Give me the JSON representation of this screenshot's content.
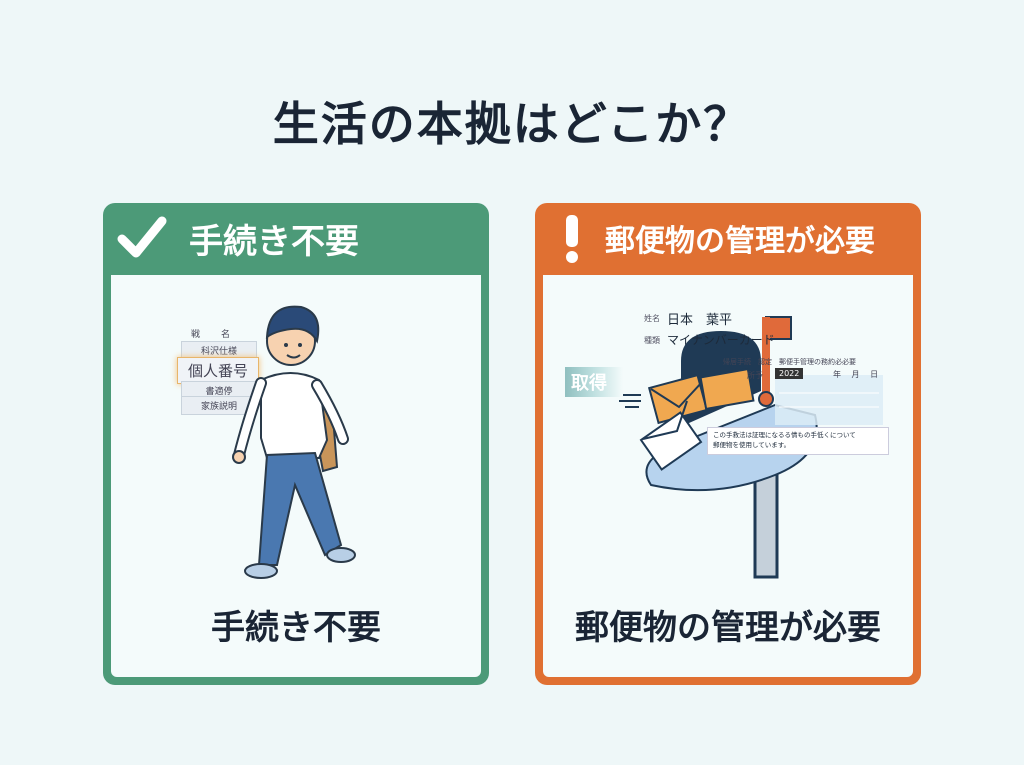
{
  "title": "生活の本拠はどこか？",
  "left_panel": {
    "header": "手続き不要",
    "header_icon": "check-icon",
    "caption": "手続き不要",
    "color": "#4c9a78",
    "document_labels": [
      "戦　名",
      "科沢仕様",
      "個人番号",
      "書適停",
      "家族説明"
    ]
  },
  "right_panel": {
    "header": "郵便物の管理が必要",
    "header_icon": "exclamation-icon",
    "caption": "郵便物の管理が必要",
    "color": "#e07032",
    "badge": "取得",
    "card": {
      "name_label": "姓名",
      "name": "日本　葉平",
      "type_label": "種類",
      "type": "マイナンバーカード",
      "form_header_left": "帰居手続",
      "form_header_mid": "認定",
      "form_header_right": "郵便手管理の務約必必要",
      "form_row_label": "所予",
      "year": "2022",
      "date_labels": [
        "年",
        "月",
        "日"
      ],
      "note_line1": "この手救法は証理になるる情もの手低くについて",
      "note_line2": "郵便物を使用しています。"
    }
  }
}
